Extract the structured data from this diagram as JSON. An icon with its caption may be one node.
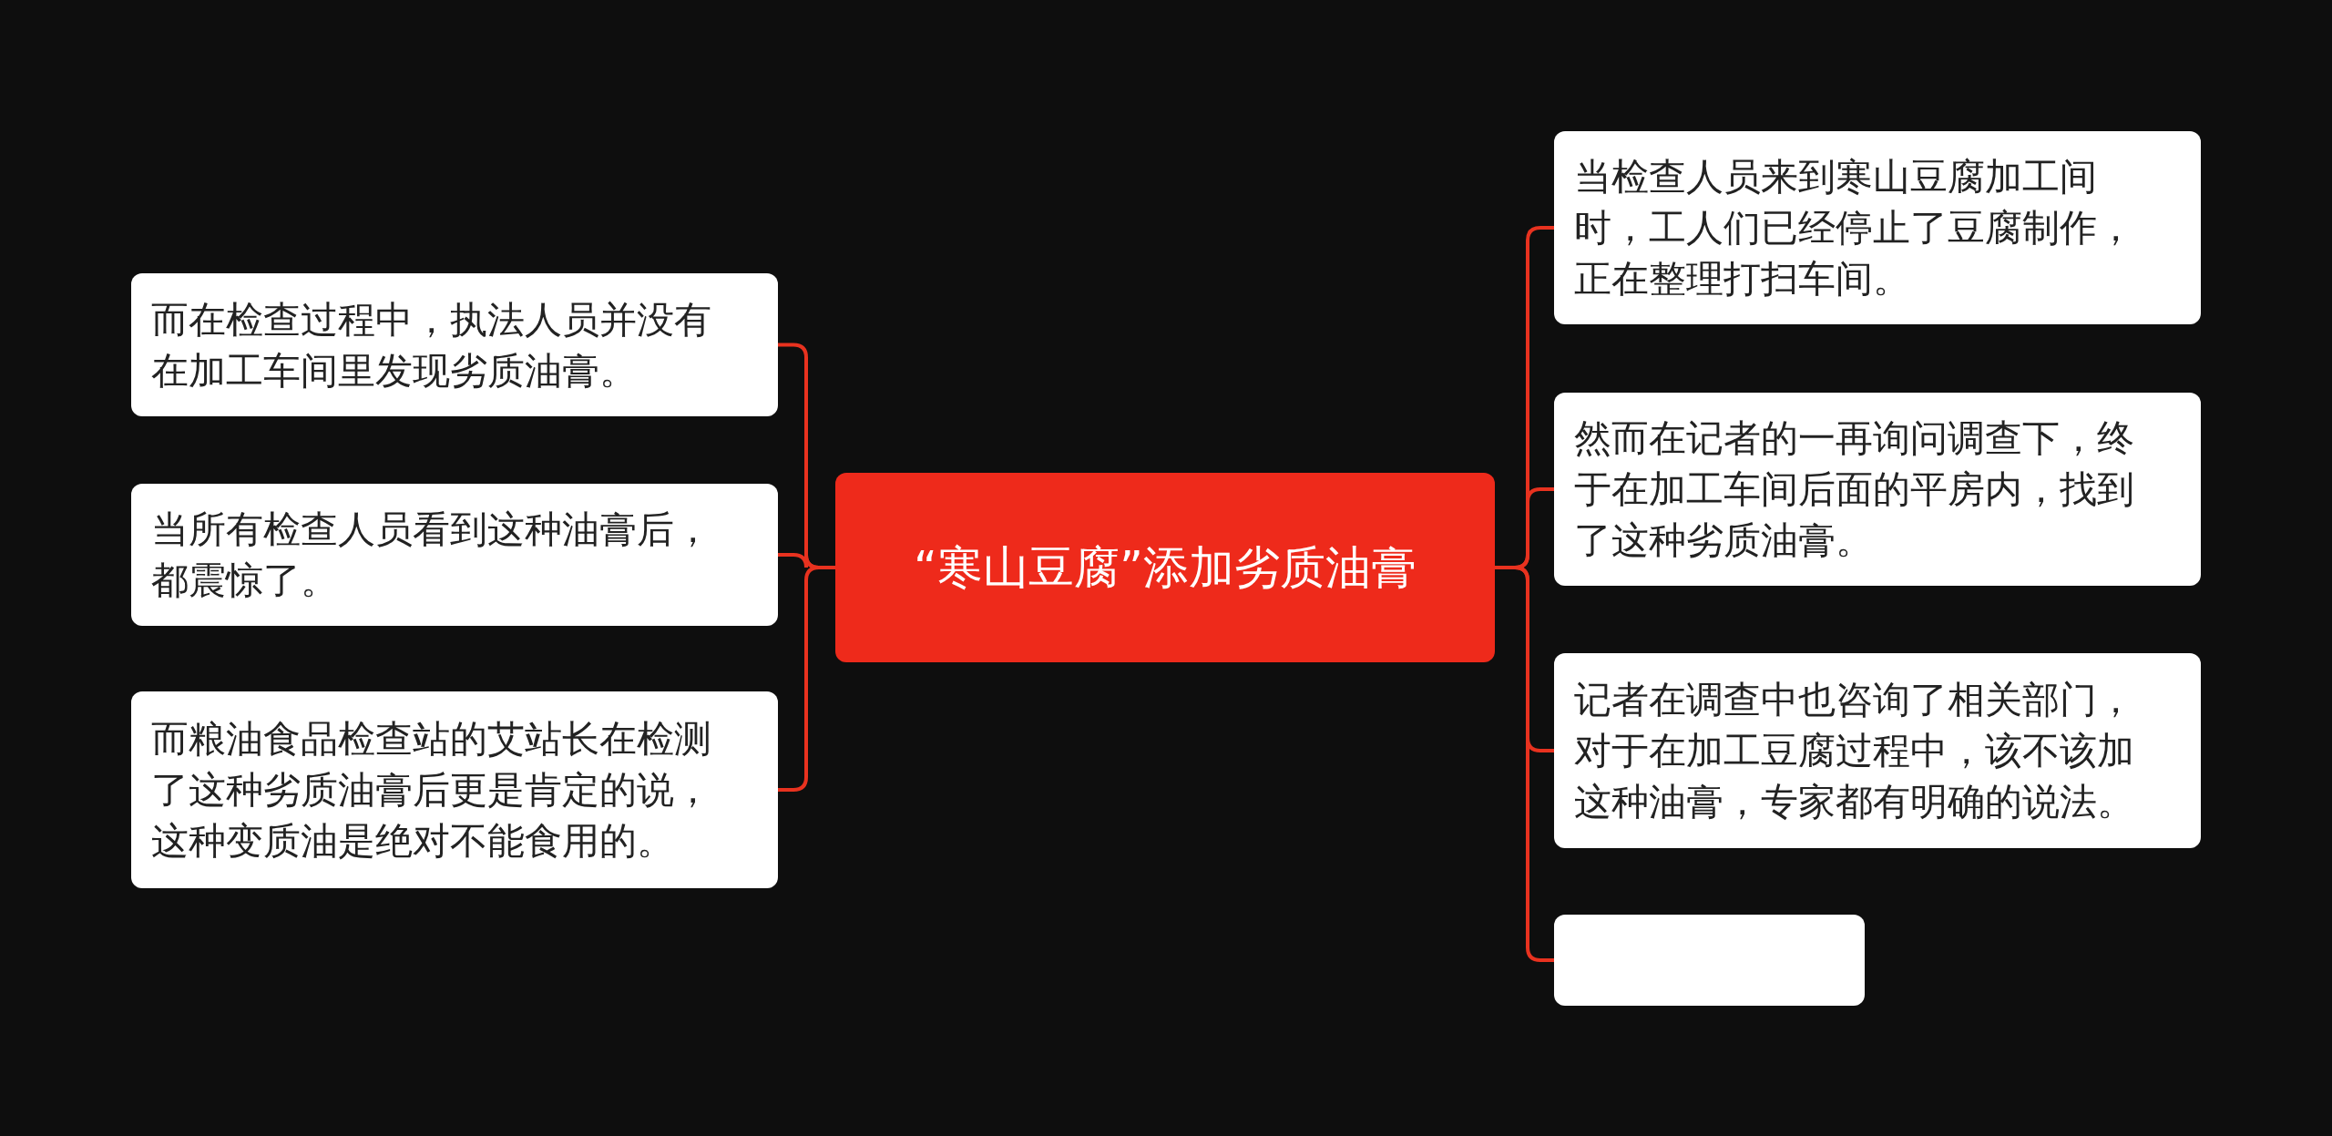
{
  "diagram": {
    "nodes": [
      {
        "text": [
          "“寒山豆腐”添加劣质油膏"
        ]
      },
      {
        "text": [
          "而在检查过程中，执法人员并没有在加工车间里发现劣质油膏。"
        ]
      },
      {
        "text": [
          "当所有检查人员看到这种油膏后，都震惊了。"
        ]
      },
      {
        "text": [
          "而粮油食品检查站的艾站长在检测了这种劣质油膏后更是肯定的说，这种变质油是绝对不能食用的。"
        ]
      },
      {
        "text": [
          "当检查人员来到寒山豆腐加工间时，工人们已经停止了豆腐制作，正在整理打扫车间。"
        ]
      },
      {
        "text": [
          "然而在记者的一再询问调查下，终于在加工车间后面的平房内，找到了这种劣质油膏。"
        ]
      },
      {
        "text": [
          "记者在调查中也咨询了相关部门，对于在加工豆腐过程中，该不该加这种油膏，专家都有明确的说法。"
        ]
      },
      {
        "text": [],
        "shape": "box"
      }
    ],
    "edges": [
      {
        "from": 0,
        "to": 1,
        "arrow": "none"
      },
      {
        "from": 0,
        "to": 2,
        "arrow": "none"
      },
      {
        "from": 0,
        "to": 3,
        "arrow": "none"
      },
      {
        "from": 0,
        "to": 4,
        "arrow": "none"
      },
      {
        "from": 0,
        "to": 5,
        "arrow": "none"
      },
      {
        "from": 0,
        "to": 6,
        "arrow": "none"
      },
      {
        "from": 0,
        "to": 7,
        "arrow": "none"
      }
    ]
  }
}
